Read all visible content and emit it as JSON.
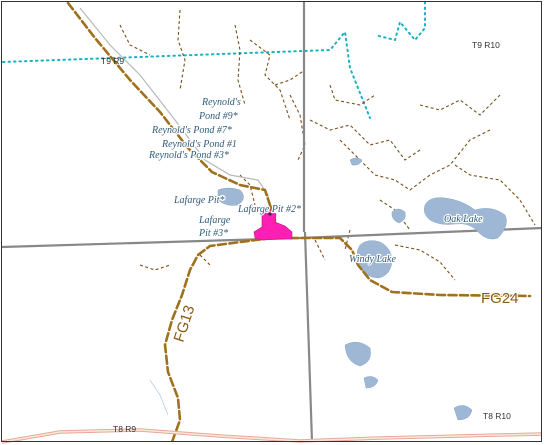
{
  "colors": {
    "water": "#9db7d4",
    "highway": "#a0701c",
    "trail": "#7a4f1a",
    "grid": "#888888",
    "boundary": "#17b3c2",
    "pit": "#ff1fb4",
    "bottom_band": "#f3c9b8"
  },
  "townships": {
    "nw": "T9 R9",
    "ne": "T9 R10",
    "sw": "T8 R9",
    "se": "T8 R10"
  },
  "roads": {
    "fg13": "FG13",
    "fg24": "FG24"
  },
  "features": {
    "reynolds_9_line1": "Reynold's",
    "reynolds_9_line2": "Pond #9*",
    "reynolds_7": "Reynold's Pond #7*",
    "reynolds_1": "Reynold's Pond #1",
    "reynolds_3": "Reynold's Pond #3*",
    "lafarge_1": "Lafarge Pit*",
    "lafarge_2": "Lafarge Pit #2*",
    "lafarge_3_line1": "Lafarge",
    "lafarge_3_line2": "Pit #3*",
    "oak_lake": "Oak Lake",
    "windy_lake": "Windy Lake"
  }
}
